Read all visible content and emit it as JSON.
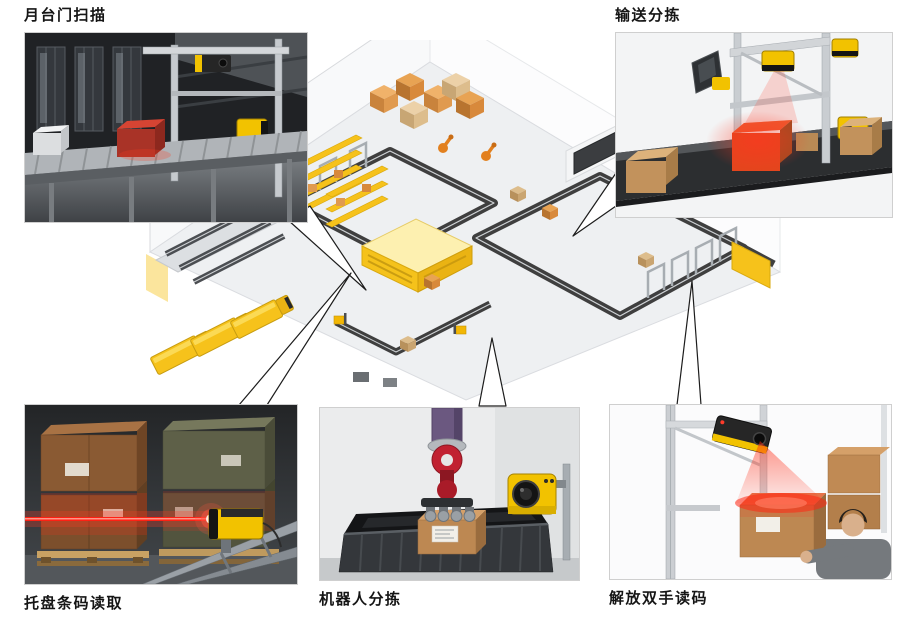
{
  "callouts": {
    "dock_door": {
      "label": "月台门扫描"
    },
    "conveyor_sorting": {
      "label": "输送分拣"
    },
    "pallet_barcode": {
      "label": "托盘条码读取"
    },
    "robot_sorting": {
      "label": "机器人分拣"
    },
    "handsfree_reading": {
      "label": "解放双手读码"
    }
  },
  "colors": {
    "scanner_yellow": "#f2c200",
    "laser_red": "#ff2013",
    "cardboard_brown": "#bd8852",
    "truck_yellow": "#f6c21b",
    "conveyor_dark": "#3f3f3f",
    "floor_gray": "#eef0f2"
  }
}
